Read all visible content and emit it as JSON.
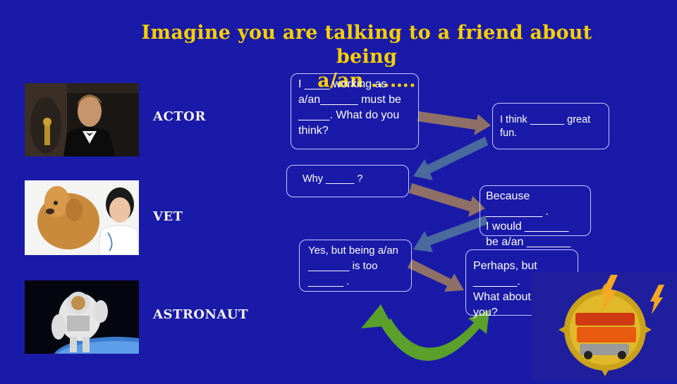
{
  "slide": {
    "title_line1": "Imagine you are talking to a friend about being",
    "title_line2": "a/an …….",
    "colors": {
      "background": "#1a1aa8",
      "title": "#f6d000",
      "text": "#ffffff"
    }
  },
  "professions": [
    {
      "label": "ACTOR",
      "image": "actor-with-award-photo"
    },
    {
      "label": "VET",
      "image": "vet-with-dog-photo"
    },
    {
      "label": "ASTRONAUT",
      "image": "astronaut-in-space-photo"
    }
  ],
  "bubbles": {
    "b1": "I ____ working as a/an______ must be _____. What do you think?",
    "b2": "I think ______ great fun.",
    "b3": "Why _____ ?",
    "b4_line1": "Because",
    "b4_line2": "_________ .",
    "b4_line3": "I would _______",
    "b4_line4": "be a/an _______",
    "b5": "Yes, but being a/an _______ is too ______ .",
    "b6_line1": "Perhaps, but",
    "b6_line2": "_______.",
    "b6_line3": "What about",
    "b6_line4": "you?"
  },
  "logo": {
    "name": "back-to-the-future-logo"
  }
}
